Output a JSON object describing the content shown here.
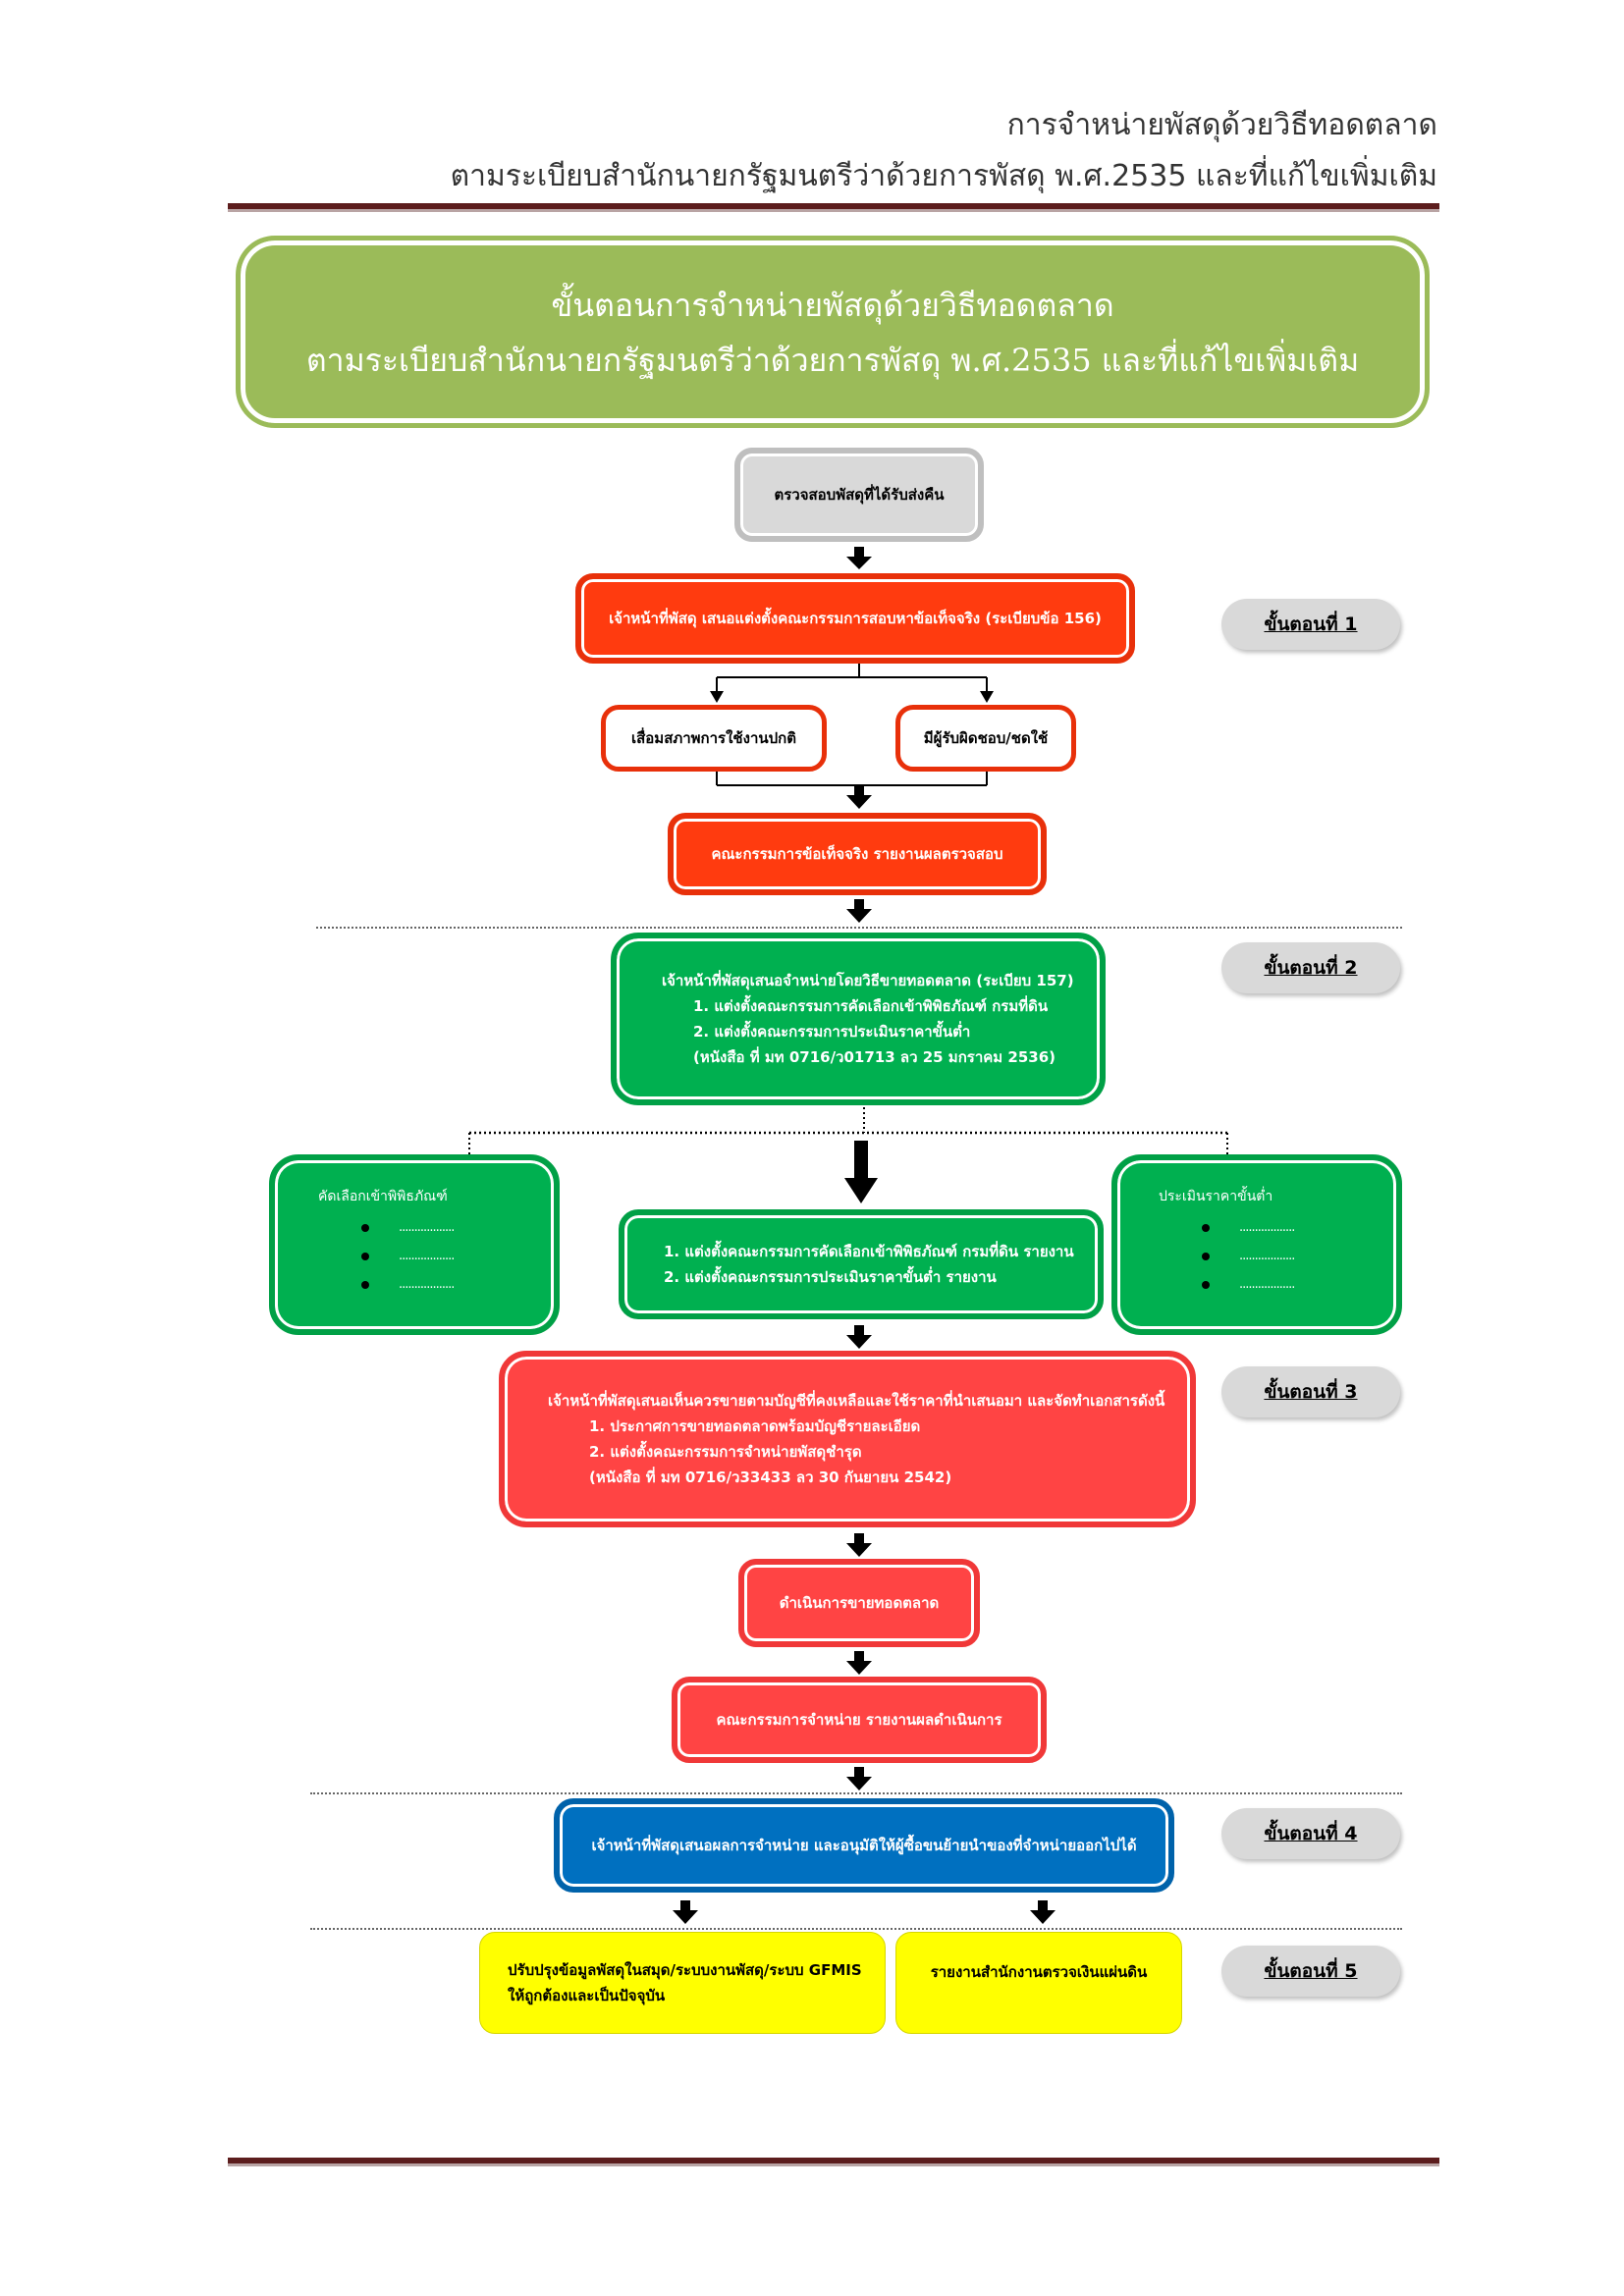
{
  "header": {
    "line1": "การจำหน่ายพัสดุด้วยวิธีทอดตลาด",
    "line2": "ตามระเบียบสำนักนายกรัฐมนตรีว่าด้วยการพัสดุ พ.ศ.2535  และที่แก้ไขเพิ่มเติม"
  },
  "banner": {
    "line1": "ขั้นตอนการจำหน่ายพัสดุด้วยวิธีทอดตลาด",
    "line2": "ตามระเบียบสำนักนายกรัฐมนตรีว่าด้วยการพัสดุ พ.ศ.2535 และที่แก้ไขเพิ่มเติม"
  },
  "steps": {
    "step1": "ขั้นตอนที่ 1",
    "step2": "ขั้นตอนที่ 2",
    "step3": "ขั้นตอนที่ 3",
    "step4": "ขั้นตอนที่ 4",
    "step5": "ขั้นตอนที่ 5"
  },
  "flow": {
    "check": "ตรวจสอบพัสดุที่ได้รับส่งคืน",
    "propose_committee": "เจ้าหน้าที่พัสดุ เสนอแต่งตั้งคณะกรรมการสอบหาข้อเท็จจริง (ระเบียบข้อ 156)",
    "deteriorated": "เสื่อมสภาพการใช้งานปกติ",
    "responsible": "มีผู้รับผิดชอบ/ชดใช้",
    "fact_report": "คณะกรรมการข้อเท็จจริง รายงานผลตรวจสอบ",
    "step2_box": {
      "line1": "เจ้าหน้าที่พัสดุเสนอจำหน่ายโดยวิธีขายทอดตลาด (ระเบียบ 157)",
      "line2": "1. แต่งตั้งคณะกรรมการคัดเลือกเข้าพิพิธภัณฑ์ กรมที่ดิน",
      "line3": "2. แต่งตั้งคณะกรรมการประเมินราคาขั้นต่ำ",
      "line4": "(หนังสือ ที่ มท 0716/ว01713 ลว 25 มกราคม 2536)"
    },
    "museum_box": {
      "title": "คัดเลือกเข้าพิพิธภัณฑ์",
      "items": [
        "..................",
        "..................",
        ".................."
      ]
    },
    "center_report": {
      "line1": "1. แต่งตั้งคณะกรรมการคัดเลือกเข้าพิพิธภัณฑ์ กรมที่ดิน รายงาน",
      "line2": "2. แต่งตั้งคณะกรรมการประเมินราคาขั้นต่ำ รายงาน"
    },
    "price_box": {
      "title": "ประเมินราคาขั้นต่ำ",
      "items": [
        "..................",
        "..................",
        ".................."
      ]
    },
    "step3_box": {
      "line1": "เจ้าหน้าที่พัสดุเสนอเห็นควรขายตามบัญชีที่คงเหลือและใช้ราคาที่นำเสนอมา และจัดทำเอกสารดังนี้",
      "line2": "1. ประกาศการขายทอดตลาดพร้อมบัญชีรายละเอียด",
      "line3": "2. แต่งตั้งคณะกรรมการจำหน่ายพัสดุชำรุด",
      "line4": "(หนังสือ ที่ มท 0716/ว33433 ลว 30 กันยายน 2542)"
    },
    "auction": "ดำเนินการขายทอดตลาด",
    "disposal_report": "คณะกรรมการจำหน่าย รายงานผลดำเนินการ",
    "step4_box": "เจ้าหน้าที่พัสดุเสนอผลการจำหน่าย และอนุมัติให้ผู้ซื้อขนย้ายนำของที่จำหน่ายออกไปได้",
    "step5_left": {
      "line1": "ปรับปรุงข้อมูลพัสดุในสมุด/ระบบงานพัสดุ/ระบบ GFMIS",
      "line2": "ให้ถูกต้องและเป็นปัจจุบัน"
    },
    "step5_right": "รายงานสำนักงานตรวจเงินแผ่นดิน"
  }
}
